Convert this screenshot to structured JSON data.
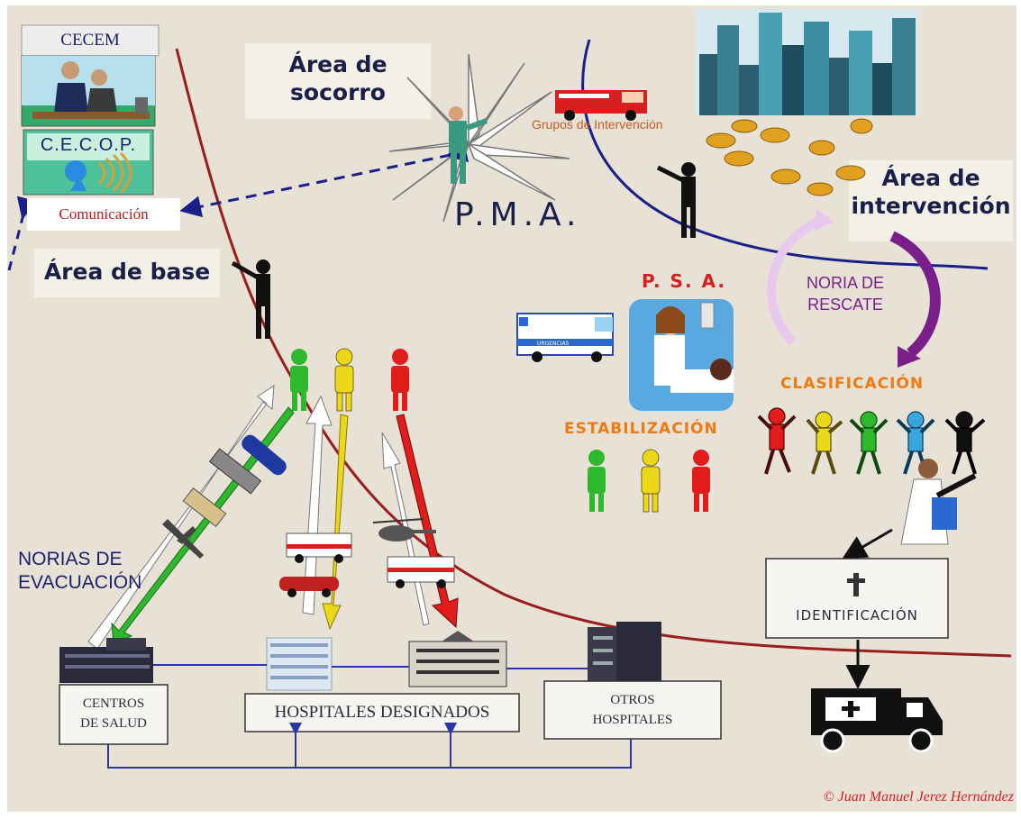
{
  "left_panel": {
    "cecem": "CECEM",
    "cecop": "C.E.C.O.P.",
    "comunicacion": "Comunicación"
  },
  "areas": {
    "socorro_line1": "Área de",
    "socorro_line2": "socorro",
    "base": "Área de base",
    "intervencion_line1": "Área de",
    "intervencion_line2": "intervención"
  },
  "pma": "P.M.A.",
  "grupos": "Grupos de Intervención",
  "noria_rescate_line1": "NORIA DE",
  "noria_rescate_line2": "RESCATE",
  "psa": "P. S. A.",
  "clasificacion": "CLASIFICACIÓN",
  "estabilizacion": "ESTABILIZACIÓN",
  "noria_evac_line1": "NORIAS DE",
  "noria_evac_line2": "EVACUACIÓN",
  "identificacion": "IDENTIFICACIÓN",
  "ambulance_text": "URGENCIAS",
  "boxes": {
    "centros_line1": "CENTROS",
    "centros_line2": "DE SALUD",
    "hospitales": "HOSPITALES DESIGNADOS",
    "otros_line1": "OTROS",
    "otros_line2": "HOSPITALES"
  },
  "credit": "© Juan Manuel Jerez Hernández",
  "colors": {
    "background": "#e8e2d6",
    "red_curve": "#9a1c1c",
    "blue_curve": "#1a1f8a",
    "navy_text": "#1a1f4a",
    "orange": "#f07a12",
    "psa_red": "#d81e1e",
    "noria_purple": "#7a1f8a",
    "green": "#2eb82e",
    "yellow": "#ecd81a",
    "red": "#e21b1b"
  },
  "icons": [
    "phone-operators-icon",
    "speaker-icon",
    "police-officer-icon",
    "rescuer-icon",
    "fire-truck-icon",
    "city-skyline-icon",
    "victim-figures-icon",
    "medic-icon",
    "ambulance-icon",
    "helicopter-icon",
    "plane-icon",
    "car-icon",
    "train-icon",
    "bus-icon",
    "hospital-building-icon",
    "priest-icon",
    "cross-icon",
    "hearse-icon"
  ]
}
